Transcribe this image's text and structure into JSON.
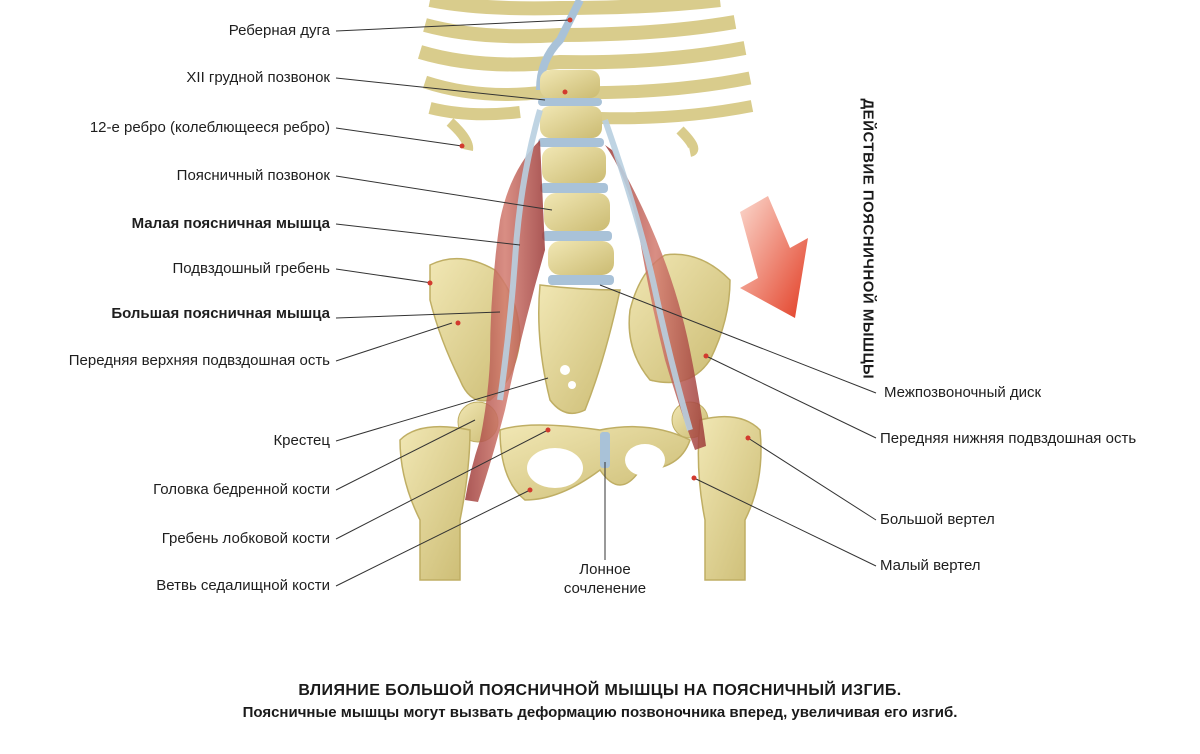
{
  "labels_left": [
    {
      "id": "costal-arch",
      "text": "Реберная дуга"
    },
    {
      "id": "xii-thoracic",
      "text": "XII грудной позвонок"
    },
    {
      "id": "twelfth-rib",
      "text": "12-е ребро (колеблющееся ребро)"
    },
    {
      "id": "lumbar-vertebra",
      "text": "Поясничный позвонок"
    },
    {
      "id": "psoas-minor",
      "text": "Малая поясничная мышца"
    },
    {
      "id": "iliac-crest",
      "text": "Подвздошный гребень"
    },
    {
      "id": "psoas-major",
      "text": "Большая поясничная мышца"
    },
    {
      "id": "asis",
      "text": "Передняя верхняя подвздошная ость"
    },
    {
      "id": "sacrum",
      "text": "Крестец"
    },
    {
      "id": "femoral-head",
      "text": "Головка бедренной кости"
    },
    {
      "id": "pubic-crest",
      "text": "Гребень лобковой кости"
    },
    {
      "id": "ischial-ramus",
      "text": "Ветвь седалищной кости"
    }
  ],
  "labels_right": [
    {
      "id": "intervertebral-disc",
      "text": "Межпозвоночный диск"
    },
    {
      "id": "aiis",
      "text": "Передняя нижняя подвздошная ость"
    },
    {
      "id": "greater-trochanter",
      "text": "Большой вертел"
    },
    {
      "id": "lesser-trochanter",
      "text": "Малый вертел"
    }
  ],
  "symphysis": {
    "line1": "Лонное",
    "line2": "сочленение"
  },
  "action_label": "ДЕЙСТВИЕ ПОЯСНИЧНОЙ МЫШЦЫ",
  "caption": {
    "title": "ВЛИЯНИЕ БОЛЬШОЙ ПОЯСНИЧНОЙ МЫШЦЫ НА ПОЯСНИЧНЫЙ ИЗГИБ.",
    "subtitle": "Поясничные мышцы могут вызвать деформацию позвоночника вперед, увеличивая его изгиб."
  },
  "colors": {
    "bone": "#e8dca0",
    "bone_shade": "#c9b96e",
    "disc": "#a9c2d8",
    "muscle": "#b9524e",
    "tendon": "#b8cfe0",
    "arrow": "#e8503a",
    "leader": "#333333"
  }
}
